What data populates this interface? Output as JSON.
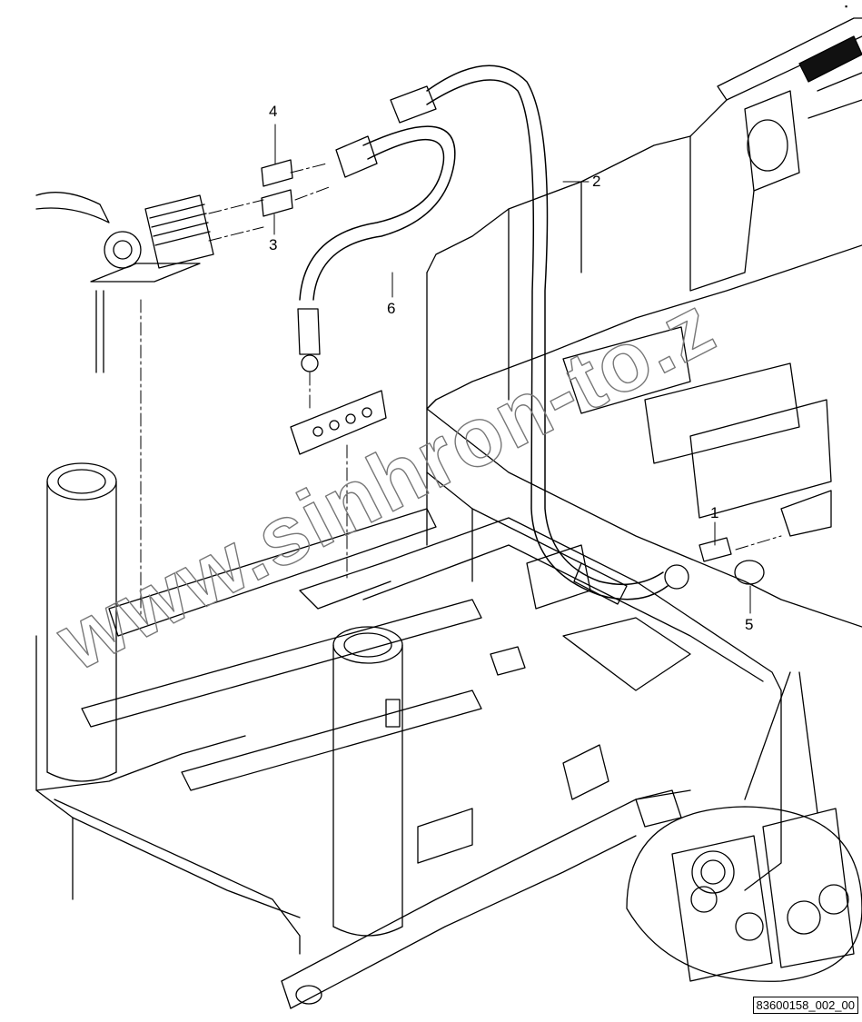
{
  "diagram": {
    "callouts": [
      "1",
      "2",
      "3",
      "4",
      "5",
      "6"
    ],
    "reference_code": "83600158_002_00",
    "watermark_text": "www.sinhron-to.z",
    "corner_glyph": "▪"
  },
  "colors": {
    "line": "#000000",
    "background": "#ffffff",
    "watermark_stroke": "#777777"
  }
}
